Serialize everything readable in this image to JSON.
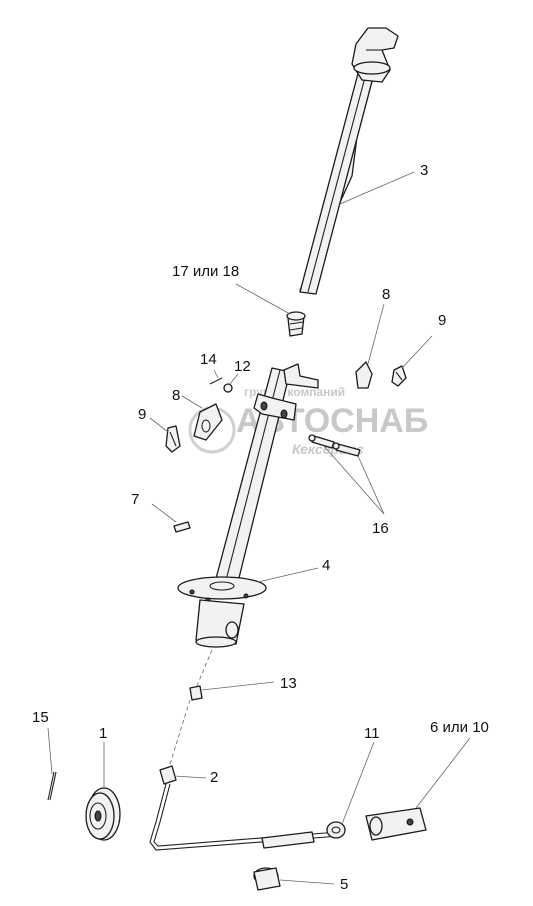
{
  "callouts": {
    "c3": "3",
    "c17_18": "17 или 18",
    "c8a": "8",
    "c9a": "9",
    "c14": "14",
    "c12": "12",
    "c8b": "8",
    "c9b": "9",
    "c7": "7",
    "c16": "16",
    "c4": "4",
    "c13": "13",
    "c15": "15",
    "c1": "1",
    "c11": "11",
    "c6_10": "6 или 10",
    "c2": "2",
    "c5": "5"
  },
  "watermark": {
    "line1": "группа компаний",
    "line2": "АВТОСНАБ",
    "line3": "Кексервис"
  }
}
